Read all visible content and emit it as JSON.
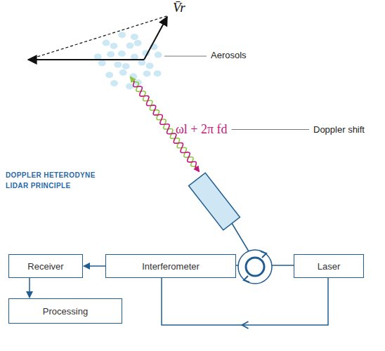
{
  "diagram": {
    "title": "DOPPLER HETERODYNE LIDAR PRINCIPLE",
    "nodes": [
      {
        "text": [
          "Receiver"
        ]
      },
      {
        "text": [
          "Interferometer"
        ]
      },
      {
        "text": [
          "Laser"
        ]
      },
      {
        "text": [
          "Processing"
        ]
      }
    ],
    "edges": [
      {
        "from": 1,
        "to": 0,
        "arrow": "to"
      },
      {
        "from": 0,
        "to": 3,
        "arrow": "to"
      },
      {
        "from": 2,
        "to": 1,
        "arrow": "none"
      },
      {
        "from": 2,
        "to": 1,
        "arrow": "to"
      }
    ],
    "labels": [
      "V̄r",
      "Aerosols",
      "ωl + 2π fd",
      "Doppler shift"
    ]
  }
}
